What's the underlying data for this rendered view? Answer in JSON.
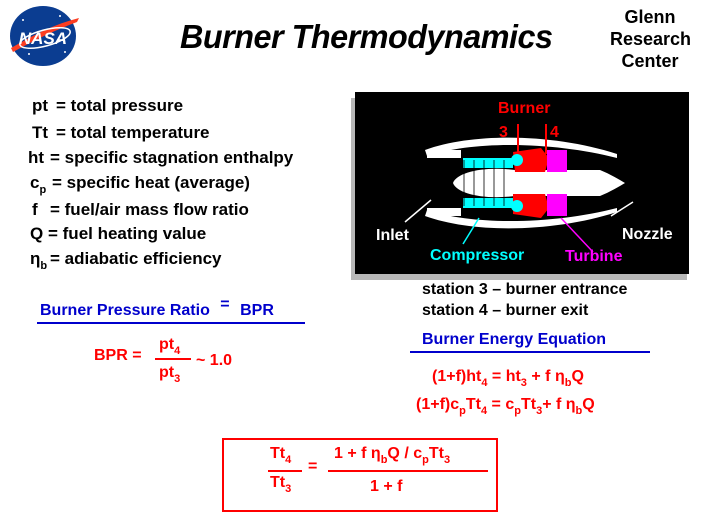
{
  "header": {
    "logo_text": "NASA",
    "title": "Burner  Thermodynamics",
    "center_line1": "Glenn",
    "center_line2": "Research",
    "center_line3": "Center"
  },
  "definitions": {
    "pt": {
      "sym": "pt",
      "text": "= total  pressure"
    },
    "Tt": {
      "sym": "Tt",
      "text": "= total  temperature"
    },
    "ht": {
      "sym": "ht",
      "text": "=  specific  stagnation  enthalpy"
    },
    "cp": {
      "sym": "c",
      "sub": "p",
      "text": "=  specific  heat  (average)"
    },
    "f": {
      "sym": "f",
      "text": "=  fuel/air  mass flow  ratio"
    },
    "Q": {
      "sym": "Q",
      "text": "= fuel  heating  value"
    },
    "eta": {
      "sym": "η",
      "sub": "b",
      "text": "=  adiabatic  efficiency"
    }
  },
  "engine": {
    "burner": "Burner",
    "st3": "3",
    "st4": "4",
    "inlet": "Inlet",
    "compressor": "Compressor",
    "turbine": "Turbine",
    "nozzle": "Nozzle"
  },
  "stations": {
    "s3": "station 3  –  burner  entrance",
    "s4": "station  4  –  burner  exit"
  },
  "bpr": {
    "heading_left": "Burner  Pressure  Ratio",
    "heading_eq": "=",
    "heading_right": "BPR",
    "lhs": "BPR =",
    "num": "pt",
    "num_sub": "4",
    "den": "pt",
    "den_sub": "3",
    "approx": "~ 1.0"
  },
  "energy": {
    "heading": "Burner   Energy   Equation",
    "eq1_a": "(1+f)ht",
    "eq1_a_sub": "4",
    "eq1_b": "=  ht",
    "eq1_b_sub": "3",
    "eq1_c": "+  f η",
    "eq1_c_sub": "b",
    "eq1_d": "Q",
    "eq2_a": "(1+f)c",
    "eq2_a_sub": "p",
    "eq2_b": "Tt",
    "eq2_b_sub": "4",
    "eq2_c": "= c",
    "eq2_c_sub": "p",
    "eq2_d": "Tt",
    "eq2_d_sub": "3",
    "eq2_e": "+ f η",
    "eq2_e_sub": "b",
    "eq2_f": "Q"
  },
  "ratio": {
    "num_l": "Tt",
    "num_l_sub": "4",
    "den_l": "Tt",
    "den_l_sub": "3",
    "eq": "=",
    "num_r_a": "1  +  f η",
    "num_r_a_sub": "b",
    "num_r_b": "Q / c",
    "num_r_b_sub": "p",
    "num_r_c": "Tt",
    "num_r_c_sub": "3",
    "den_r": "1  +  f"
  }
}
